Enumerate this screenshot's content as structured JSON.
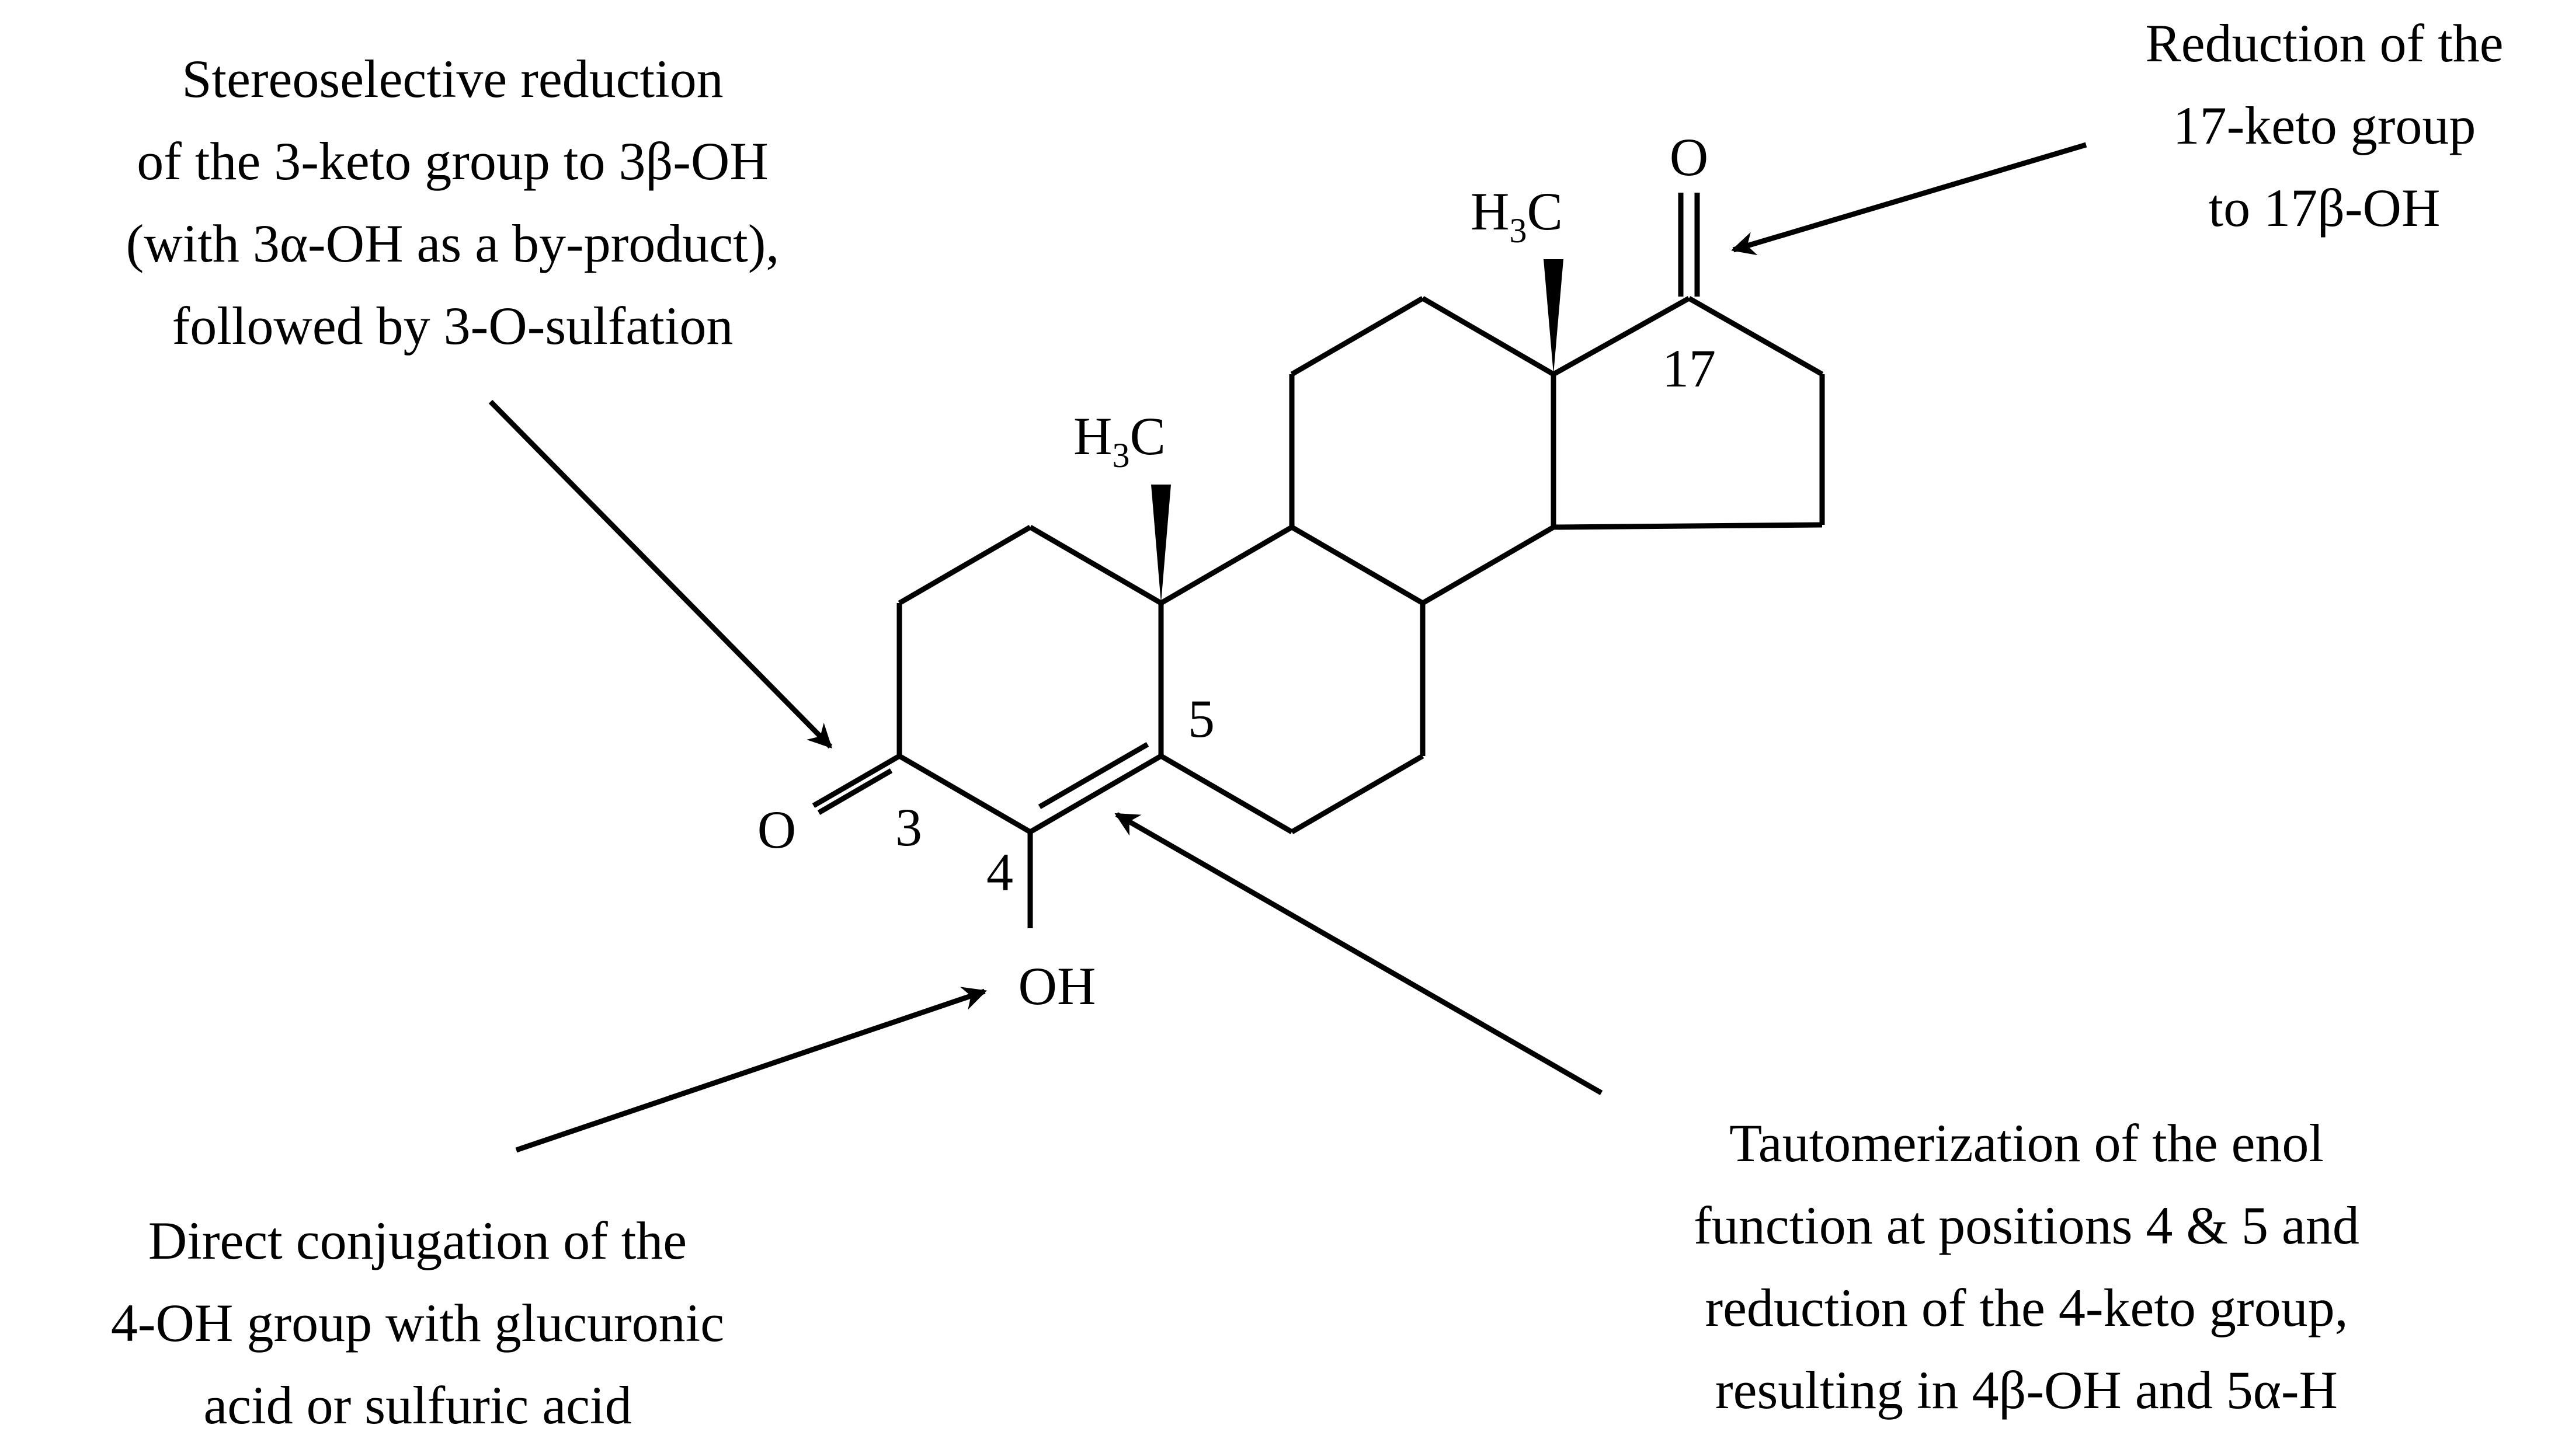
{
  "annotations": {
    "top_left": [
      "Stereoselective reduction",
      "of the 3-keto group to 3β-OH",
      "(with 3α-OH as a by-product),",
      "followed by 3-O-sulfation"
    ],
    "top_right": [
      "Reduction of the",
      "17-keto group",
      "to 17β-OH"
    ],
    "bottom_left": [
      "Direct conjugation of the",
      "4-OH group with glucuronic",
      "acid or sulfuric acid"
    ],
    "bottom_right": [
      "Tautomerization of the enol",
      "function at positions 4 & 5 and",
      "reduction of the 4-keto group,",
      "resulting in 4β-OH and 5α-H"
    ]
  },
  "molecule": {
    "atom_labels": {
      "o3": "O",
      "o17": "O",
      "oh4": "OH",
      "me10_h": "H",
      "me10_sub": "3",
      "me10_c": "C",
      "me13_h": "H",
      "me13_sub": "3",
      "me13_c": "C"
    },
    "position_numbers": {
      "c3": "3",
      "c4": "4",
      "c5": "5",
      "c17": "17"
    }
  }
}
